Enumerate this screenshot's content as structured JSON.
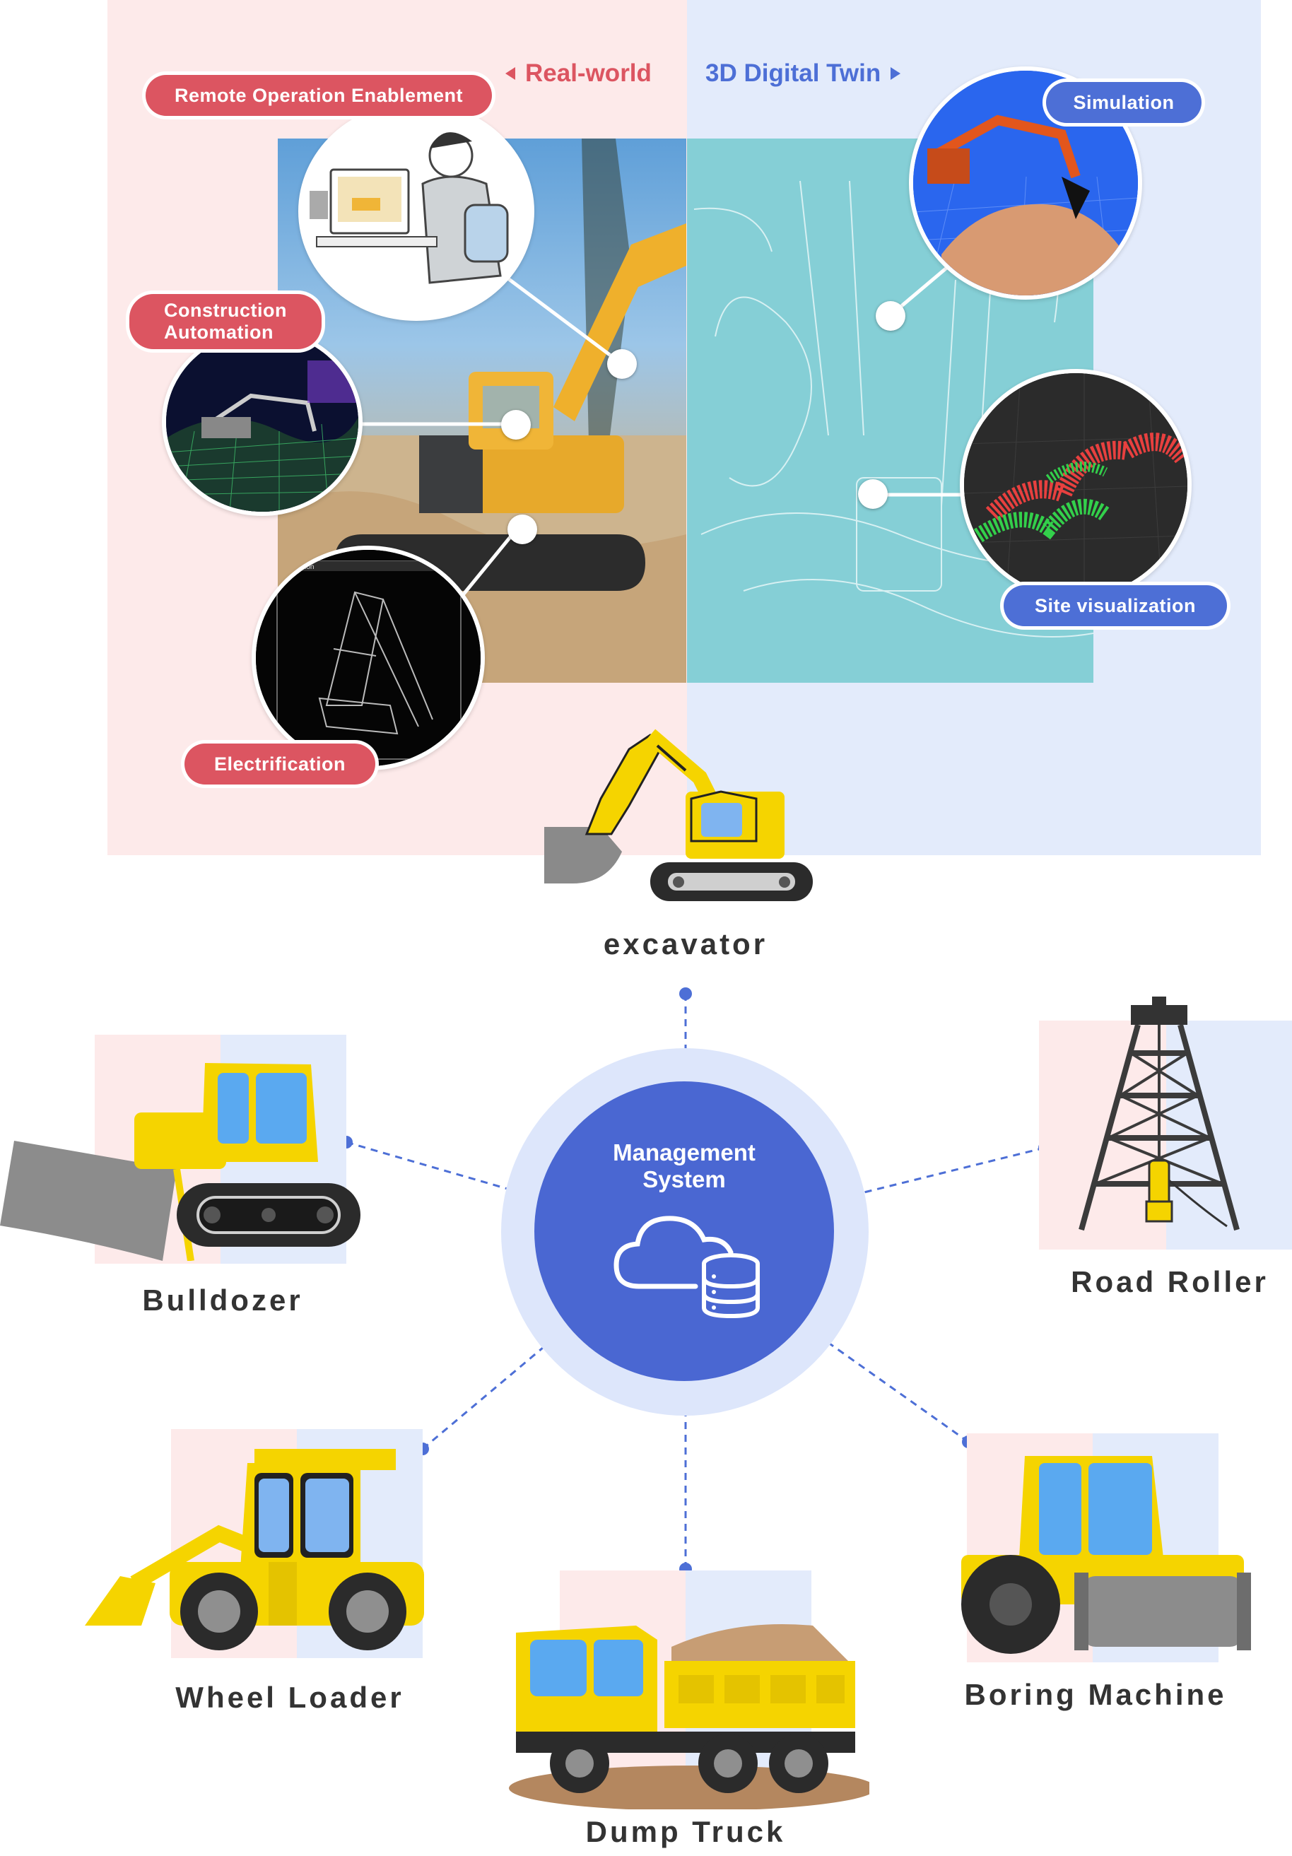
{
  "top": {
    "real_world_label": "Real-world",
    "digital_twin_label": "3D Digital Twin",
    "features": {
      "remote_operation": "Remote Operation Enablement",
      "construction_automation": "Construction\nAutomation",
      "electrification": "Electrification",
      "simulation": "Simulation",
      "site_visualization": "Site visualization"
    },
    "inset_texts": {
      "deflection": "Deflection"
    }
  },
  "center": {
    "title": "Management\nSystem",
    "icon": "cloud-database-icon"
  },
  "machines": {
    "excavator": "excavator",
    "bulldozer": "Bulldozer",
    "road_roller": "Road Roller",
    "wheel_loader": "Wheel Loader",
    "boring_machine": "Boring Machine",
    "dump_truck": "Dump Truck"
  },
  "colors": {
    "real_world": "#dc5561",
    "digital_twin": "#4d6fd6",
    "machine_yellow": "#f5d400",
    "panel_pink": "#fdeaea",
    "panel_blue": "#e3ebfb"
  }
}
